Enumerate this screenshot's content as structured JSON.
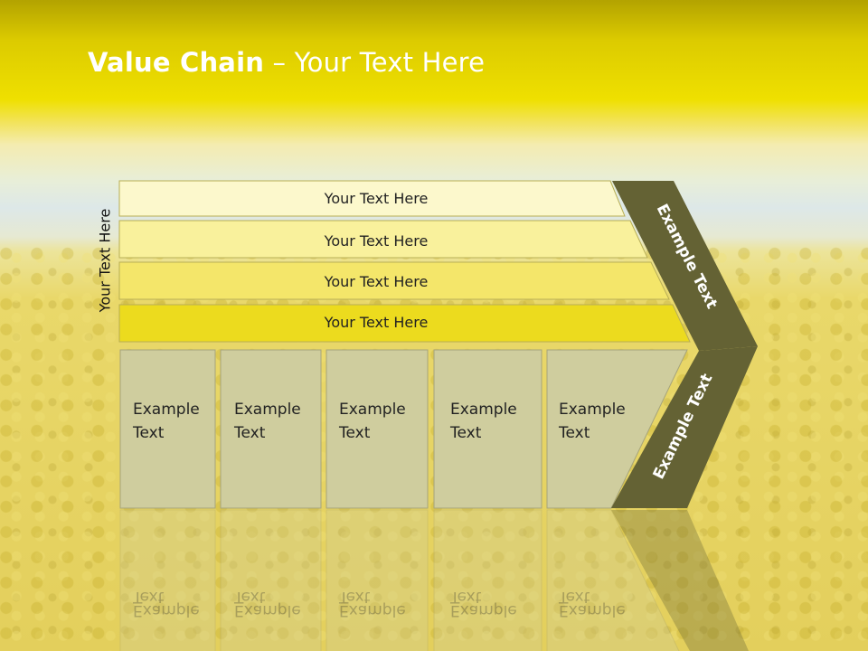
{
  "title": {
    "bold": "Value Chain",
    "rest": " – Your Text Here"
  },
  "side_label": "Your Text Here",
  "bars": [
    {
      "label": "Your Text Here",
      "color": "#fcf8cc"
    },
    {
      "label": "Your Text Here",
      "color": "#f9f19c"
    },
    {
      "label": "Your Text Here",
      "color": "#f4e66a"
    },
    {
      "label": "Your Text Here",
      "color": "#ecdb1e"
    }
  ],
  "columns": [
    {
      "line1": "Example",
      "line2": "Text"
    },
    {
      "line1": "Example",
      "line2": "Text"
    },
    {
      "line1": "Example",
      "line2": "Text"
    },
    {
      "line1": "Example",
      "line2": "Text"
    },
    {
      "line1": "Example",
      "line2": "Text"
    }
  ],
  "chevron_top_label": "Example Text",
  "chevron_bottom_label": "Example Text",
  "colors": {
    "chevron": "#646234",
    "column": "#cfcd9e",
    "column_border": "#a6a47a"
  }
}
